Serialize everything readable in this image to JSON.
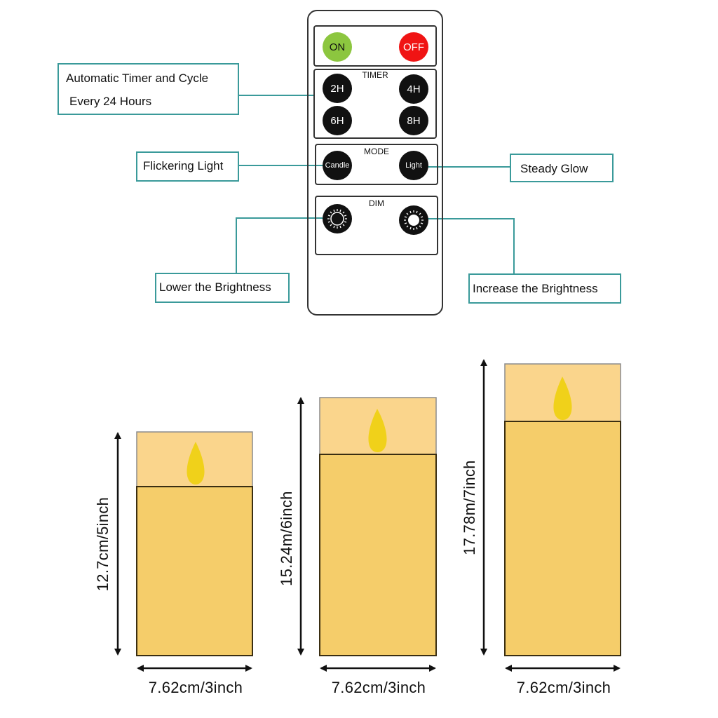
{
  "remote": {
    "power": {
      "on_label": "ON",
      "off_label": "OFF"
    },
    "timer": {
      "title": "TIMER",
      "buttons": [
        "2H",
        "4H",
        "6H",
        "8H"
      ]
    },
    "mode": {
      "title": "MODE",
      "candle_label": "Candle",
      "light_label": "Light"
    },
    "dim": {
      "title": "DIM",
      "lower_icon": "dim-low-icon",
      "increase_icon": "dim-high-icon"
    }
  },
  "callouts": {
    "timer_line1": "Automatic Timer and Cycle",
    "timer_line2": "Every 24 Hours",
    "flicker": "Flickering Light",
    "steady": "Steady Glow",
    "lower": "Lower the Brightness",
    "increase": "Increase the Brightness"
  },
  "candles": [
    {
      "height_label": "12.7cm/5inch",
      "width_label": "7.62cm/3inch"
    },
    {
      "height_label": "15.24m/6inch",
      "width_label": "7.62cm/3inch"
    },
    {
      "height_label": "17.78m/7inch",
      "width_label": "7.62cm/3inch"
    }
  ],
  "colors": {
    "callout_border": "#3a9a9a",
    "candle_body": "#f5cd6a",
    "candle_top": "#fad58c",
    "flame": "#f0d11a",
    "on_button": "#8cc63f",
    "off_button": "#f01414"
  }
}
